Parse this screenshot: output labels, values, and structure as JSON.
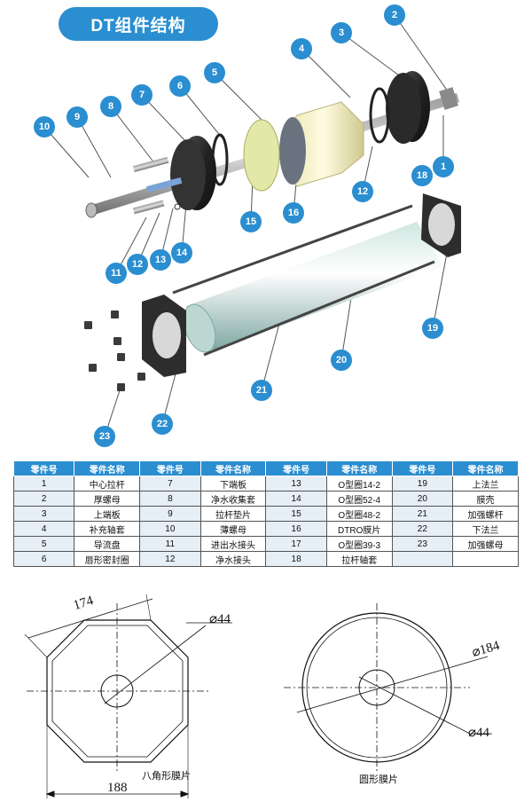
{
  "title": "DT组件结构",
  "table": {
    "headers": [
      "零件号",
      "零件名称",
      "零件号",
      "零件名称",
      "零件号",
      "零件名称",
      "零件号",
      "零件名称"
    ],
    "rows": [
      [
        "1",
        "中心拉杆",
        "7",
        "下端板",
        "13",
        "O型圈14-2",
        "19",
        "上法兰"
      ],
      [
        "2",
        "厚螺母",
        "8",
        "净水收集套",
        "14",
        "O型圈52-4",
        "20",
        "膜壳"
      ],
      [
        "3",
        "上端板",
        "9",
        "拉杆垫片",
        "15",
        "O型圈48-2",
        "21",
        "加强螺杆"
      ],
      [
        "4",
        "补充轴套",
        "10",
        "薄螺母",
        "16",
        "DTRO膜片",
        "22",
        "下法兰"
      ],
      [
        "5",
        "导流盘",
        "11",
        "进出水接头",
        "17",
        "O型圈39-3",
        "23",
        "加强螺母"
      ],
      [
        "6",
        "唇形密封圈",
        "12",
        "净水接头",
        "18",
        "拉杆轴套",
        "",
        ""
      ]
    ]
  },
  "callouts": [
    "1",
    "2",
    "3",
    "4",
    "5",
    "6",
    "7",
    "8",
    "9",
    "10",
    "11",
    "12",
    "12",
    "13",
    "14",
    "15",
    "16",
    "18",
    "19",
    "20",
    "21",
    "22",
    "23"
  ],
  "drawings": {
    "octagon_label": "八角形膜片",
    "circle_label": "圆形膜片",
    "dim_174": "174",
    "dim_188": "188",
    "dim_44_oct": "44",
    "dim_184": "184",
    "dim_44_circ": "44"
  },
  "colors": {
    "accent": "#2a8ed0",
    "table_header": "#2a8ed0"
  }
}
